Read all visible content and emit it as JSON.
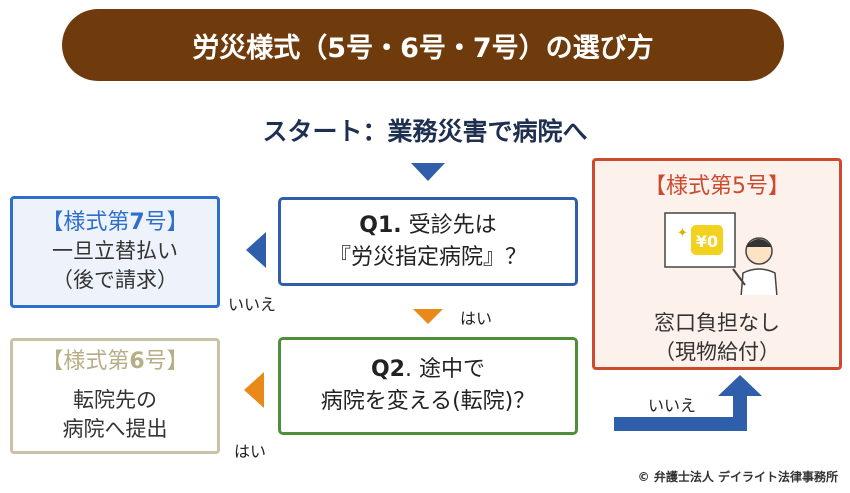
{
  "title": "労災様式（5号・6号・7号）の選び方",
  "start": "スタート：業務災害で病院へ",
  "q1": {
    "num": "Q1.",
    "line1": "受診先は",
    "line2": "『労災指定病院』？"
  },
  "q2": {
    "num": "Q2",
    "line1": ". 途中で",
    "line2": "病院を変える(転院)？"
  },
  "form7": {
    "pre": "【様式第",
    "num": "7",
    "post": "号】",
    "line1": "一旦立替払い",
    "line2": "（後で請求）"
  },
  "form6": {
    "pre": "【様式第",
    "num": "6",
    "post": "号】",
    "line1": "転院先の",
    "line2": "病院へ提出"
  },
  "form5": {
    "title": "【様式第5号】",
    "line1": "窓口負担なし",
    "line2": "（現物給付）",
    "sign": "¥0"
  },
  "labels": {
    "q1_no": "いいえ",
    "q1_yes": "はい",
    "q2_yes": "はい",
    "q2_no": "いいえ"
  },
  "copyright": "© 弁護士法人 デイライト法律事務所",
  "colors": {
    "brown": "#6f3b0d",
    "blue": "#2f5faa",
    "orange": "#e8891a",
    "green": "#4f8f38",
    "red": "#cc4a2e"
  }
}
